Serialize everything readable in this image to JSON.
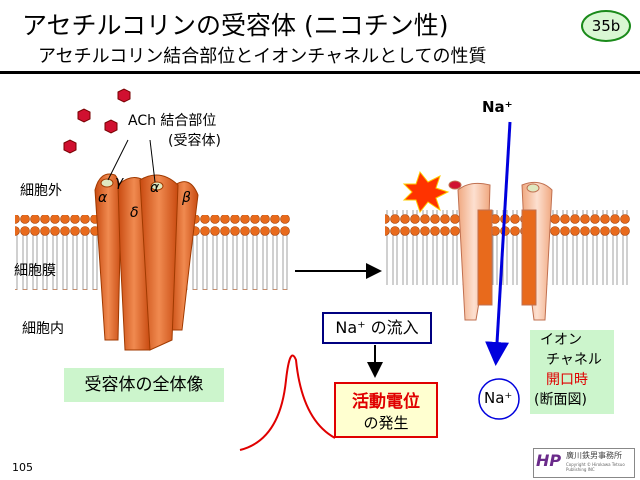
{
  "header": {
    "title": "アセチルコリンの受容体 (ニコチン性)",
    "subtitle": "アセチルコリン結合部位とイオンチャネルとしての性質",
    "badge": "35b"
  },
  "labels": {
    "ach_site_line1": "ACh 結合部位",
    "ach_site_line2": "(受容体)",
    "outside": "細胞外",
    "membrane": "細胞膜",
    "inside": "細胞内",
    "alpha1": "α",
    "gamma": "γ",
    "alpha2": "α",
    "delta": "δ",
    "beta": "β"
  },
  "boxes": {
    "whole_view": "受容体の全体像",
    "na_influx": "Na⁺ の流入",
    "action_potential": "活動電位",
    "generation": "の発生",
    "channel_line1": "イオン",
    "channel_line2": "チャネル",
    "channel_line3": "開口時",
    "channel_line4": "(断面図)"
  },
  "ions": {
    "na_top": "Na⁺",
    "na_bottom": "Na⁺"
  },
  "footer": {
    "page": "105",
    "logo_name": "廣川鉄男事務所",
    "logo_copy": "Copyright © Hirokawa Tetsuo Publishing INC",
    "logo_mark": "HP"
  },
  "colors": {
    "accent_red": "#e00000",
    "green_bg": "#ccf5cc",
    "blue": "#0000dd",
    "orange": "#e06020"
  }
}
